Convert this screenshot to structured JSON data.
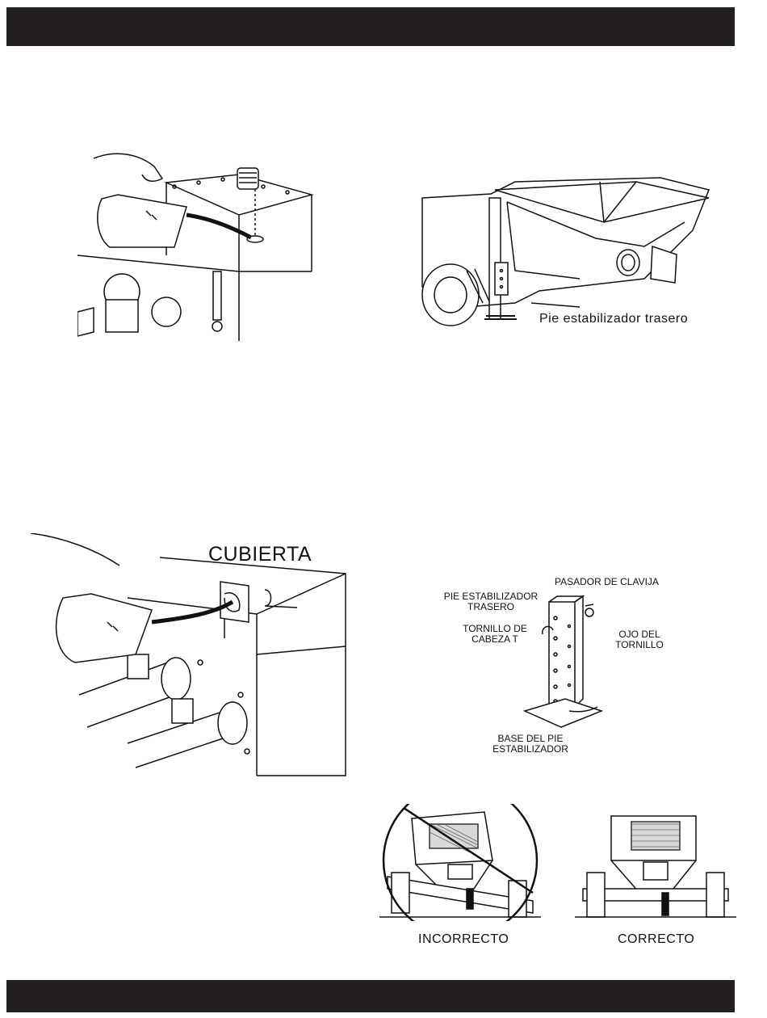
{
  "labels": {
    "stand_rear": "Pie estabilizador trasero",
    "cover": "CUBIERTA",
    "pin": "PASADOR DE CLAVIJA",
    "stand_label": "PIE ESTABILIZADOR TRASERO",
    "t_bolt": "TORNILLO DE CABEZA T",
    "bolt_eye": "OJO DEL TORNILLO",
    "stand_base": "BASE DEL PIE ESTABILIZADOR",
    "incorrect": "INCORRECTO",
    "correct": "CORRECTO"
  }
}
